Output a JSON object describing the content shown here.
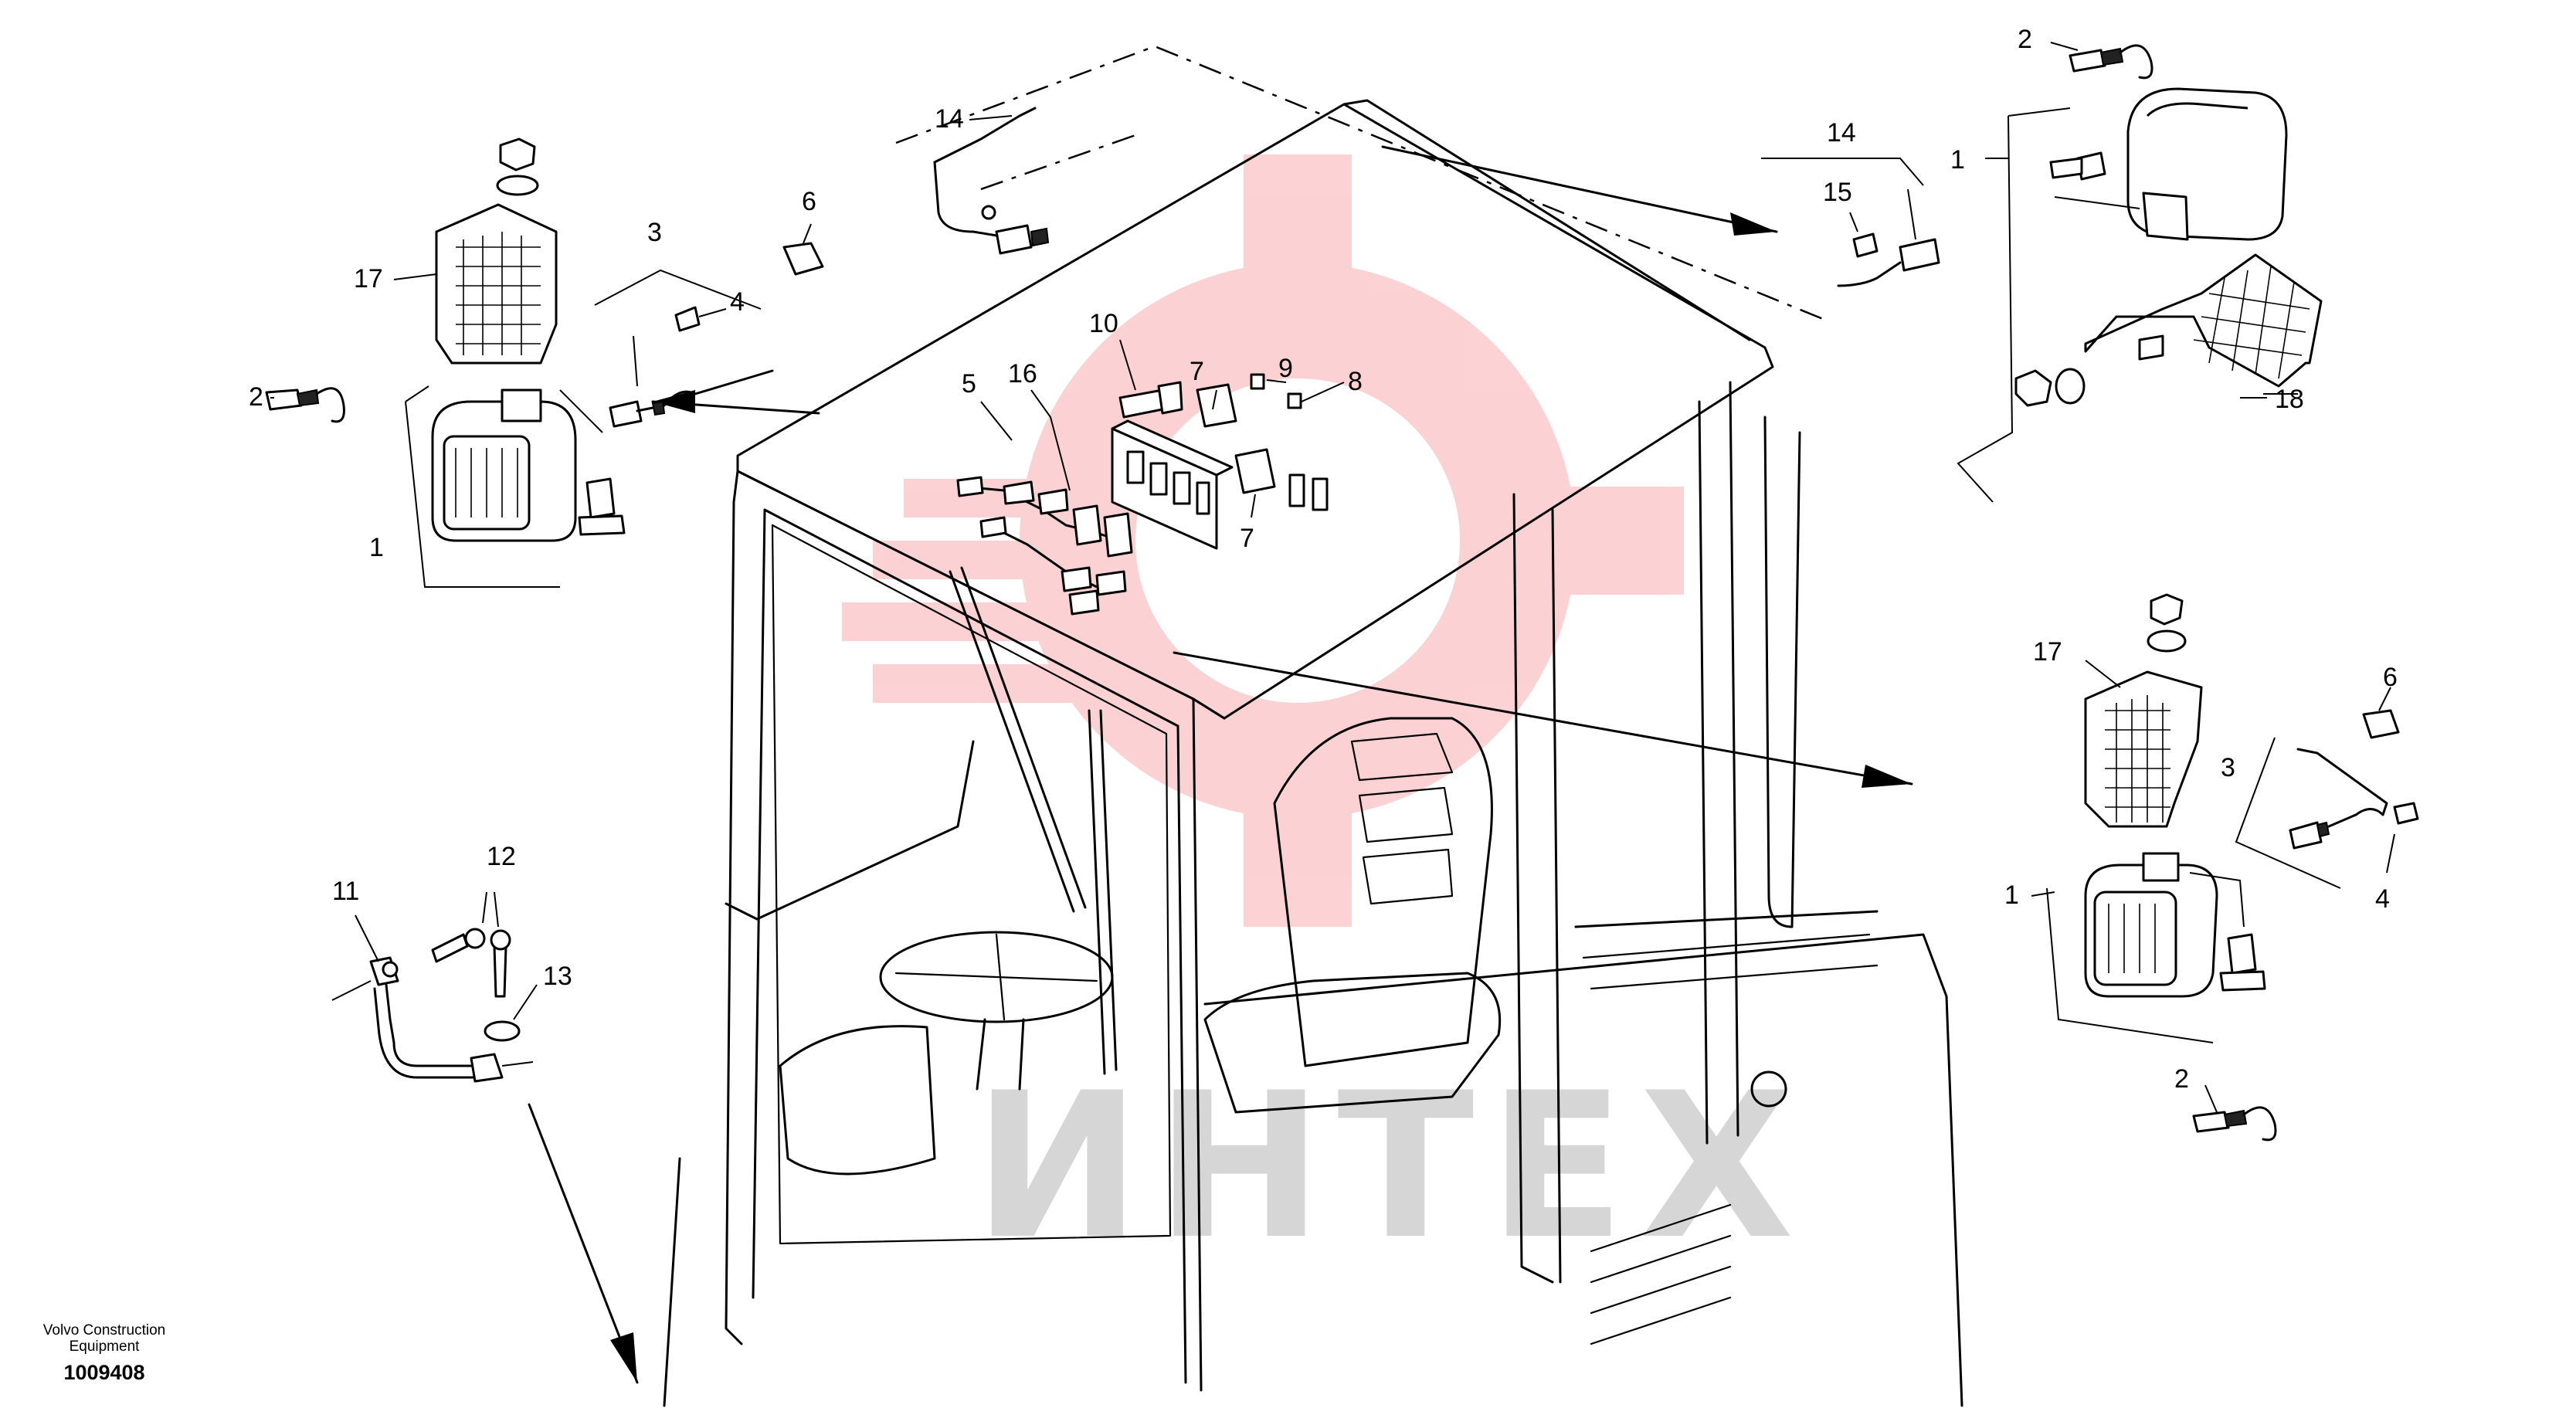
{
  "diagram": {
    "watermark_text": "ИНТЕХ",
    "callouts": {
      "c14_top": "14",
      "c14_right": "14",
      "c15": "15",
      "c2_top_right": "2",
      "c1_top_right": "1",
      "c18": "18",
      "c3_left": "3",
      "c4_left": "4",
      "c6_left": "6",
      "c17_left": "17",
      "c2_left": "2",
      "c1_left": "1",
      "c10": "10",
      "c16": "16",
      "c5": "5",
      "c7_top": "7",
      "c7_bottom": "7",
      "c9": "9",
      "c8": "8",
      "c17_right": "17",
      "c6_right": "6",
      "c3_right": "3",
      "c4_right": "4",
      "c1_right": "1",
      "c2_bottom_right": "2",
      "c11": "11",
      "c12": "12",
      "c13": "13"
    }
  },
  "footer": {
    "company_line1": "Volvo Construction",
    "company_line2": "Equipment",
    "doc_number": "1009408"
  }
}
